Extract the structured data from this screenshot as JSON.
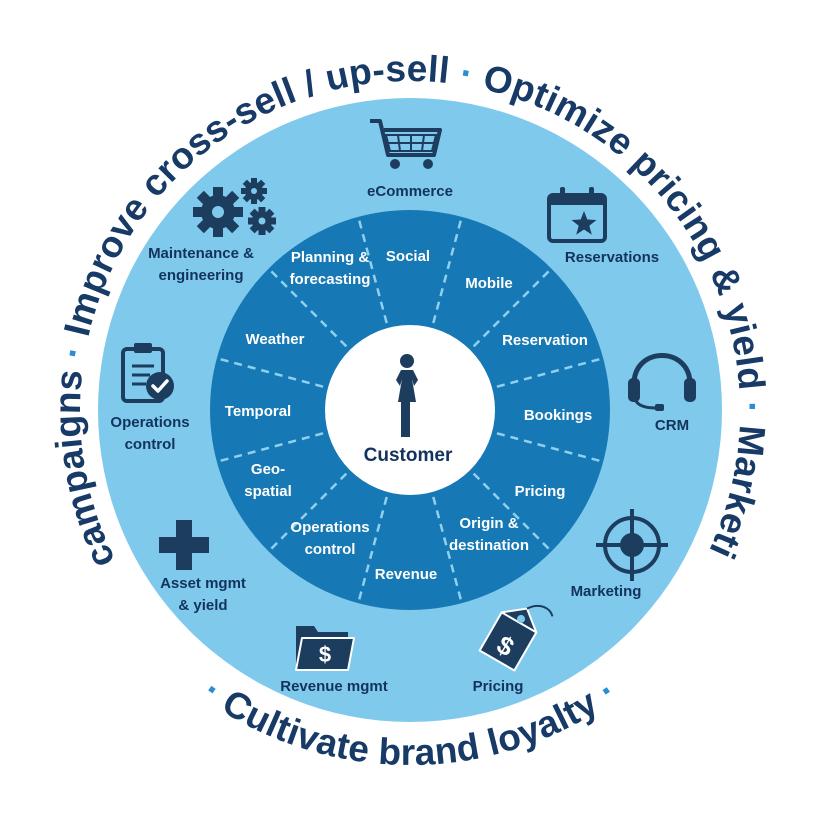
{
  "colors": {
    "outer_ring": "#7fc9ed",
    "inner_ring": "#1678b4",
    "center": "#ffffff",
    "text_dark": "#173a66",
    "icon": "#1d3d5e",
    "dash": "#8fd0ef"
  },
  "perimeter": {
    "top": {
      "text1": "Improve cross-sell / up-sell",
      "text2": "Optimize pricing & yield",
      "text3": "Personalize campaigns",
      "text4": "Marketing efficiency"
    },
    "bottom": {
      "text1": "Cultivate brand loyalty"
    }
  },
  "center": {
    "label": "Customer",
    "icon": "person-icon"
  },
  "inner_segments": [
    {
      "lines": [
        "Social"
      ]
    },
    {
      "lines": [
        "Mobile"
      ]
    },
    {
      "lines": [
        "Reservation"
      ]
    },
    {
      "lines": [
        "Bookings"
      ]
    },
    {
      "lines": [
        "Pricing"
      ]
    },
    {
      "lines": [
        "Origin &",
        "destination"
      ]
    },
    {
      "lines": [
        "Revenue"
      ]
    },
    {
      "lines": [
        "Operations",
        "control"
      ]
    },
    {
      "lines": [
        "Geo-",
        "spatial"
      ]
    },
    {
      "lines": [
        "Temporal"
      ]
    },
    {
      "lines": [
        "Weather"
      ]
    },
    {
      "lines": [
        "Planning &",
        "forecasting"
      ]
    }
  ],
  "outer_items": [
    {
      "lines": [
        "eCommerce"
      ],
      "icon": "cart-icon"
    },
    {
      "lines": [
        "Reservations"
      ],
      "icon": "calendar-icon"
    },
    {
      "lines": [
        "CRM"
      ],
      "icon": "headset-icon"
    },
    {
      "lines": [
        "Marketing"
      ],
      "icon": "target-icon"
    },
    {
      "lines": [
        "Pricing"
      ],
      "icon": "price-tag-icon"
    },
    {
      "lines": [
        "Revenue mgmt"
      ],
      "icon": "money-folder-icon"
    },
    {
      "lines": [
        "Asset mgmt",
        "& yield"
      ],
      "icon": "plus-icon"
    },
    {
      "lines": [
        "Operations",
        "control"
      ],
      "icon": "clipboard-check-icon"
    },
    {
      "lines": [
        "Maintenance &",
        "engineering"
      ],
      "icon": "gears-icon"
    }
  ]
}
